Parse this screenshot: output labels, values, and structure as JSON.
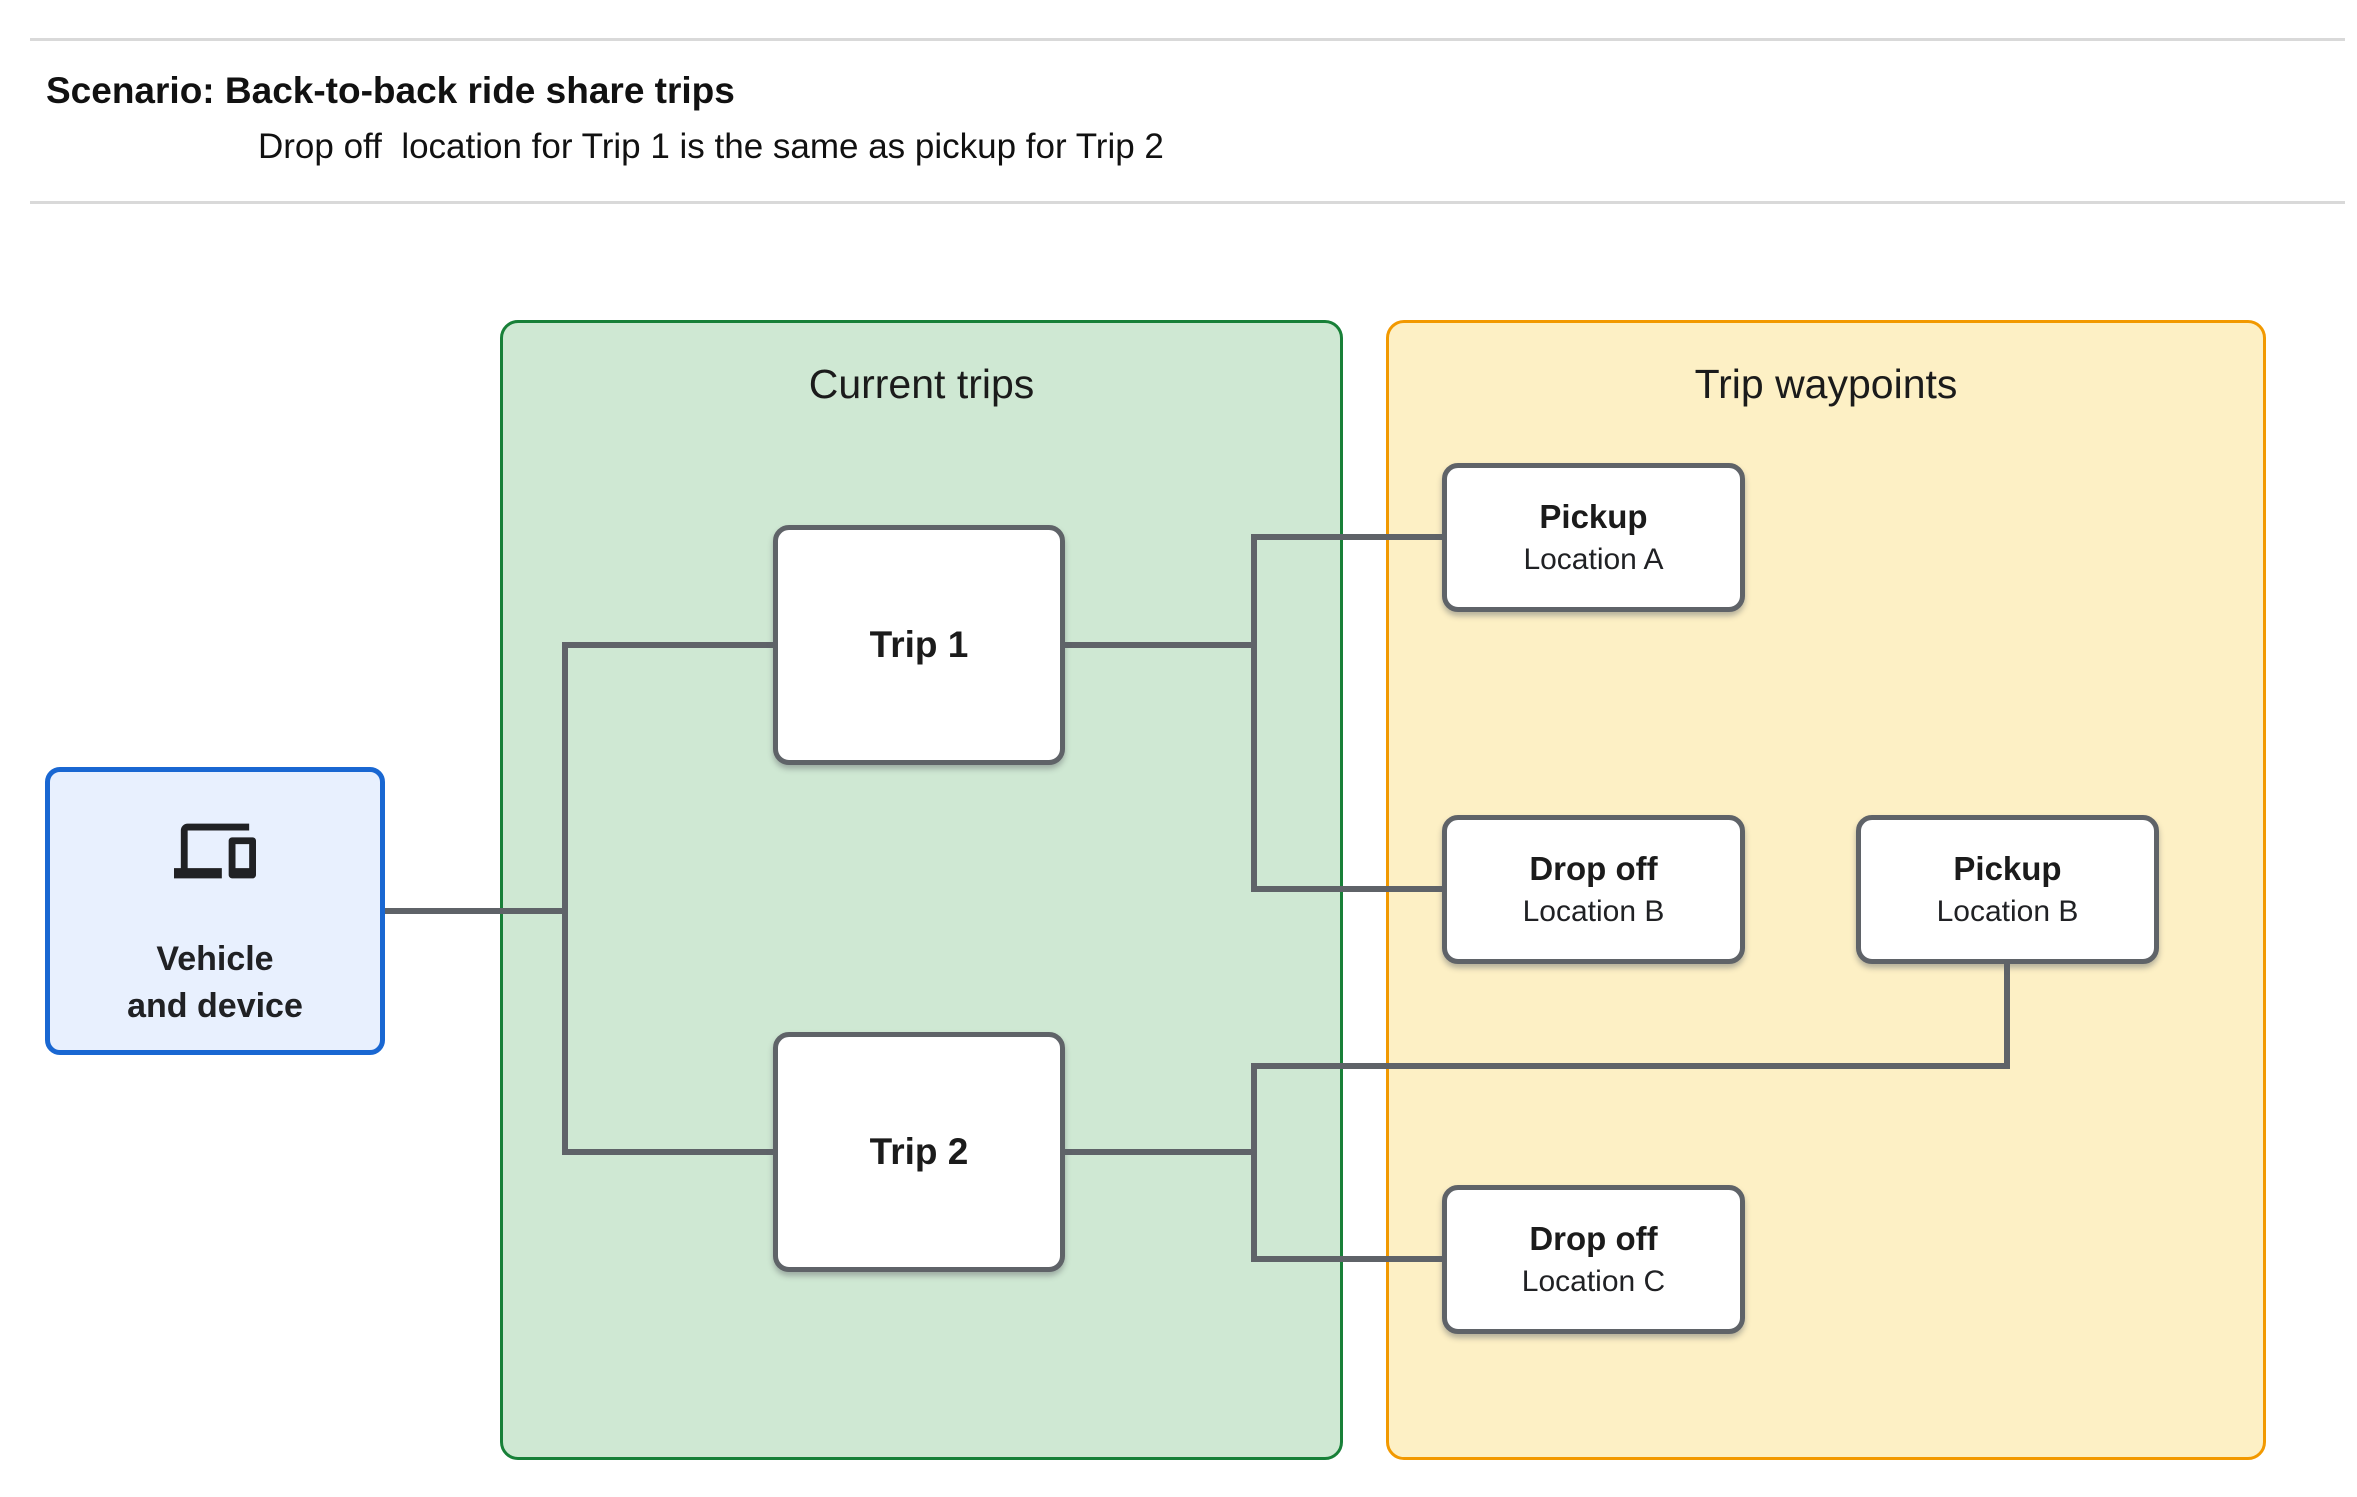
{
  "header": {
    "title": "Scenario: Back-to-back ride share trips",
    "subtitle": "Drop off  location for Trip 1 is the same as pickup for Trip 2"
  },
  "vehicle": {
    "label": "Vehicle\nand device",
    "icon": "devices-icon"
  },
  "panels": {
    "current_trips": {
      "label": "Current trips"
    },
    "trip_waypoints": {
      "label": "Trip waypoints"
    }
  },
  "trips": [
    {
      "label": "Trip 1"
    },
    {
      "label": "Trip 2"
    }
  ],
  "waypoints": [
    {
      "title": "Pickup",
      "subtitle": "Location A"
    },
    {
      "title": "Drop off",
      "subtitle": "Location B"
    },
    {
      "title": "Pickup",
      "subtitle": "Location B"
    },
    {
      "title": "Drop off",
      "subtitle": "Location C"
    }
  ],
  "colors": {
    "vehicle_fill": "#e8f0fe",
    "vehicle_border": "#1967d2",
    "current_trips_fill": "#cfe8d3",
    "current_trips_border": "#188038",
    "trip_waypoints_fill": "#fdf0c5",
    "trip_waypoints_border": "#f29900",
    "connector_gray": "#5f6368",
    "node_border_gray": "#5f6368",
    "divider_gray": "#d9d9d9",
    "text_dark": "#202124"
  }
}
